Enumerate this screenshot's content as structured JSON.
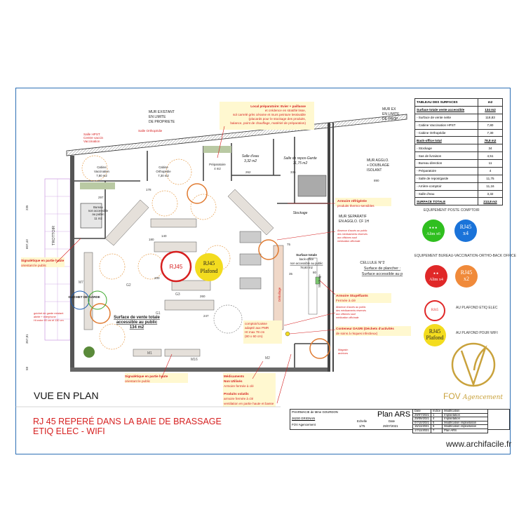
{
  "plan": {
    "view_title": "VUE EN PLAN",
    "rj45_title_line1": "RJ 45 REPERÉ DANS LA BAIE DE BRASSAGE",
    "rj45_title_line2": "ETIQ ELEC - WIFI",
    "walls": {
      "mur_existant_left": [
        "MUR EXISTANT",
        "EN LIMITE",
        "DE PROPRIETE"
      ],
      "mur_existant_right": [
        "MUR EX",
        "EN LIMITE",
        "DE PROP"
      ],
      "mur_agglo": [
        "MUR AGGLO.",
        "+ DOUBLAGE",
        "ISOLANT"
      ],
      "mur_separatif": [
        "MUR SEPARATIF",
        "EN AGGLO. CF 1H"
      ]
    },
    "rooms": {
      "cabine_vaccination": [
        "Cabine",
        "Vaccination",
        "7,80 m2"
      ],
      "cabine_ortho": [
        "Cabine",
        "Orthopédie",
        "7,30 m2"
      ],
      "preparatoire": [
        "Préparatoire",
        "4 m2"
      ],
      "salle_eau": [
        "Salle d'eau",
        "3,32 m2"
      ],
      "salle_repos": [
        "Salle de repos-Garde",
        "11,75 m2"
      ],
      "bureau": [
        "Bureau",
        "non accessible",
        "au public",
        "11 m2"
      ],
      "stockage": "Stockage",
      "stockage2": "Stockage",
      "back_office": [
        "Surface totale",
        "back-office",
        "non accessible au public",
        "78,80 m2"
      ],
      "vente": [
        "Surface de vente totale",
        "accessible au public",
        "134 m2"
      ],
      "cellule": [
        "CELLULE N°2",
        "Surface de plancher :",
        "Surface accessible au p"
      ],
      "trottoir": "TROTTOIR",
      "guichet": "GUICHET DE GARDE",
      "deballage": "Déballage"
    },
    "notes": {
      "local_preparatoire": [
        "Local préparatoire: Evier + paillasse",
        "et crédence en stratifié lisse,",
        "sol carrelé grès cérame et murs peinture lessivable",
        "(placards pour le stockage des produits,",
        "balance, point de chauffage, matériel de préparation)"
      ],
      "salle_hpst": [
        "Salle HPST",
        "Centre vaccin",
        "Vaccination"
      ],
      "salle_ortho": "Salle Orthopédie",
      "armoire_refrig": [
        "Armoire réfrigérée",
        "produits thermo-sensibles"
      ],
      "absence_acces_1": [
        "Absence d'accès au public",
        "des médicaments réservés",
        "aux officines sauf",
        "médication officinale"
      ],
      "armoire_stup": [
        "Armoire Stupéfiants",
        "Fermée à clé"
      ],
      "absence_acces_2": [
        "Absence d'accès au public",
        "des médicaments réservés",
        "aux officines sauf",
        "médication officinale"
      ],
      "conteneur_dasri": [
        "Conteneur DASRI (Déchets d'activités",
        "de soins à risques infectieux)"
      ],
      "comptoir_pmr": [
        "comptoir/caisse",
        "adapté aux PMR",
        "Ht max 78 cm",
        "(80 x 60 cm)"
      ],
      "signal_left": [
        "Signalétique en partie haute",
        "orientant le public"
      ],
      "signal_bottom": [
        "Signalétique en partie haute",
        "orientant le public"
      ],
      "guichet_note": [
        "guichet de garde existant",
        "abrité + interphone",
        "Ht entre 90 cm et 130 cm"
      ],
      "med_non_utilises": [
        "Médicaments",
        "Non Utilisés",
        "Armoire fermée à clé"
      ],
      "produits_volatils": [
        "Produits volatils",
        "armoire fermée à clé",
        "ventilation en partie haute et basse"
      ],
      "magasin": [
        "Magasin",
        "archives"
      ]
    },
    "dimensions": [
      "607,43",
      "357,81",
      "235",
      "58",
      "890",
      "297",
      "180",
      "200",
      "260",
      "247",
      "178",
      "336",
      "262",
      "75",
      "35",
      "80",
      "140"
    ],
    "markers": [
      "G1",
      "G2",
      "G3",
      "M1",
      "M16",
      "M2",
      "M7"
    ],
    "rj45_markers": {
      "red_big": "RJ45",
      "yellow_big": [
        "RJ45",
        "Plafond"
      ]
    }
  },
  "surfaces_table": {
    "header": [
      "TABLEAU DES SURFACES",
      "m2"
    ],
    "rows": [
      {
        "label": "Surface totale vente accessible",
        "value": "134 m2",
        "heading": true
      },
      {
        "label": "- Surface de vente nette",
        "value": "118,83"
      },
      {
        "label": "- Cabine Vaccination HPST",
        "value": "7,80"
      },
      {
        "label": "- Cabine Orthopédie",
        "value": "7,30"
      },
      {
        "label": "Back-office total",
        "value": "78,8 m2",
        "heading": true
      },
      {
        "label": "- Stockage",
        "value": "34"
      },
      {
        "label": "- Sas de livraison",
        "value": "4,51"
      },
      {
        "label": "- Bureau direction",
        "value": "11"
      },
      {
        "label": "- Préparatoire",
        "value": "4"
      },
      {
        "label": "- Salle de repos/garde",
        "value": "11,75"
      },
      {
        "label": "- Arrière-comptoir",
        "value": "11,16"
      },
      {
        "label": "- Salle d'eau",
        "value": "3,32"
      },
      {
        "label": "SURFACE TOTALE",
        "value": "213,8 m2",
        "heading": true
      }
    ]
  },
  "legend": {
    "comptoir_title": "EQUIPEMENT POSTE COMPTOIR",
    "alim6": "Alim x6",
    "rj45x4": [
      "RJ45",
      "x4"
    ],
    "bureau_title": "EQUIPEMENT BUREAU-VACCINATION-ORTHO-BACK OFFICE",
    "alim4": "Alim x4",
    "rj45x2": [
      "RJ45",
      "x2"
    ],
    "plafond_etiq": "AU PLAFOND ETIQ ELEC",
    "plafond_wifi": "AU PLAFOND POUR WIFI",
    "plafond_disc": [
      "RJ45",
      "Plafond"
    ],
    "colors": {
      "green": "#2fbf1f",
      "blue": "#1a73d9",
      "red": "#e02828",
      "orange": "#f08a3a",
      "yellow": "#f3dc1f",
      "gold": "#c9a23c"
    }
  },
  "logo": {
    "text": "FOV",
    "script": "Agencement"
  },
  "title_block": {
    "client": "PHARMACIE de Mme GOURDON",
    "city": "26230 GRIGNAN",
    "company": "FOV Agencement",
    "plan_name": "Plan ARS",
    "scale_label": "Echelle",
    "scale": "1/75",
    "date_label": "Date",
    "date": "29/07/2021",
    "revisions_header": [
      "Date",
      "Indice",
      "Modification"
    ],
    "revisions": [
      [
        "29/07/2021",
        "1",
        "Implantation"
      ],
      [
        "29/09/2021",
        "4",
        "Implantation"
      ],
      [
        "07/10/2021",
        "5",
        "Modification implantation"
      ],
      [
        "15/11/2021",
        "6",
        "Modification implantation"
      ],
      [
        "17/11/2021",
        "7",
        "Plan ARS"
      ]
    ]
  },
  "watermark": "www.archifacile.fr"
}
